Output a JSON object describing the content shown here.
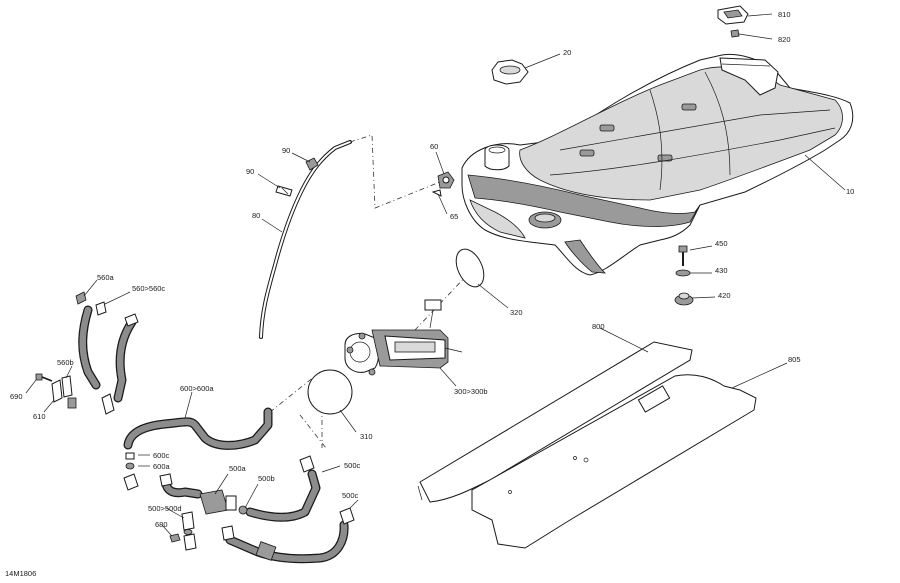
{
  "diagram_id": "14M1806",
  "callouts": [
    {
      "id": "c810",
      "text": "810"
    },
    {
      "id": "c820",
      "text": "820"
    },
    {
      "id": "c20",
      "text": "20"
    },
    {
      "id": "c10",
      "text": "10"
    },
    {
      "id": "c60",
      "text": "60"
    },
    {
      "id": "c65",
      "text": "65"
    },
    {
      "id": "c90a",
      "text": "90"
    },
    {
      "id": "c90b",
      "text": "90"
    },
    {
      "id": "c80",
      "text": "80"
    },
    {
      "id": "c450",
      "text": "450"
    },
    {
      "id": "c430",
      "text": "430"
    },
    {
      "id": "c420",
      "text": "420"
    },
    {
      "id": "c320",
      "text": "320"
    },
    {
      "id": "c800",
      "text": "800"
    },
    {
      "id": "c805",
      "text": "805"
    },
    {
      "id": "c300",
      "text": "300>300b"
    },
    {
      "id": "c310",
      "text": "310"
    },
    {
      "id": "c560a",
      "text": "560a"
    },
    {
      "id": "c560c",
      "text": "560>560c"
    },
    {
      "id": "c560b",
      "text": "560b"
    },
    {
      "id": "c690",
      "text": "690"
    },
    {
      "id": "c610",
      "text": "610"
    },
    {
      "id": "c600a",
      "text": "600>600a"
    },
    {
      "id": "c600c",
      "text": "600c"
    },
    {
      "id": "c600a2",
      "text": "600a"
    },
    {
      "id": "c500a",
      "text": "500a"
    },
    {
      "id": "c500b",
      "text": "500b"
    },
    {
      "id": "c500c1",
      "text": "500c"
    },
    {
      "id": "c500c2",
      "text": "500c"
    },
    {
      "id": "c500d",
      "text": "500>500d"
    },
    {
      "id": "c680",
      "text": "680"
    }
  ]
}
